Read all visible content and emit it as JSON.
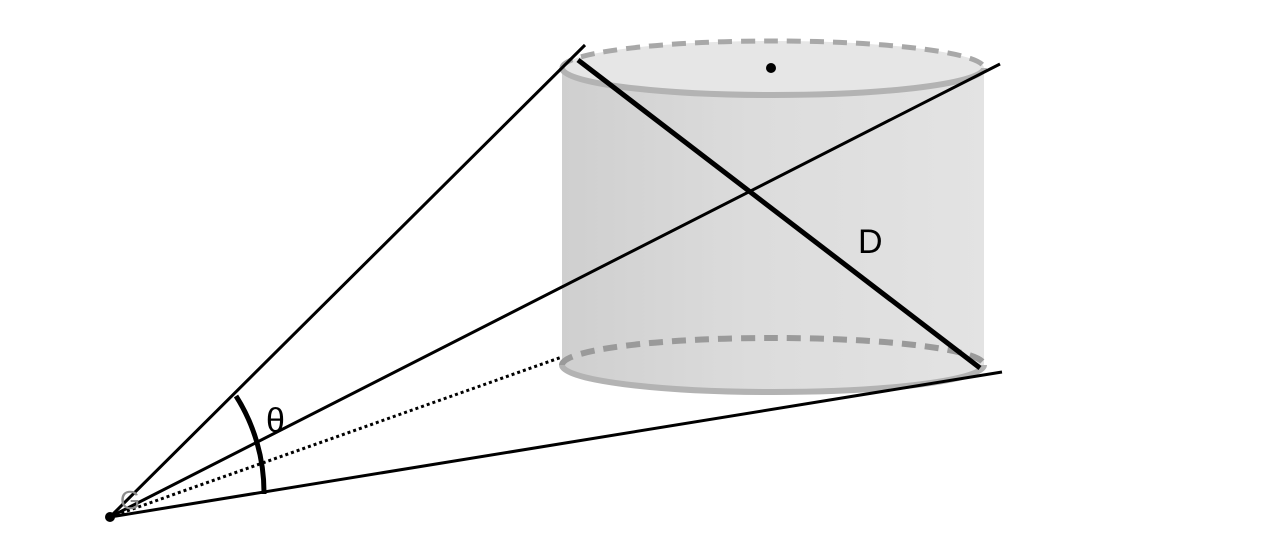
{
  "diagram": {
    "labels": {
      "angle": "θ",
      "diagonal": "D",
      "origin": "G"
    },
    "colors": {
      "background": "#ffffff",
      "line": "#000000",
      "cylinder_body": "#d9d9d9",
      "cylinder_rim": "#b3b3b3",
      "hidden_edge": "#9a9a9a",
      "origin_label": "#8c8c8c"
    }
  }
}
